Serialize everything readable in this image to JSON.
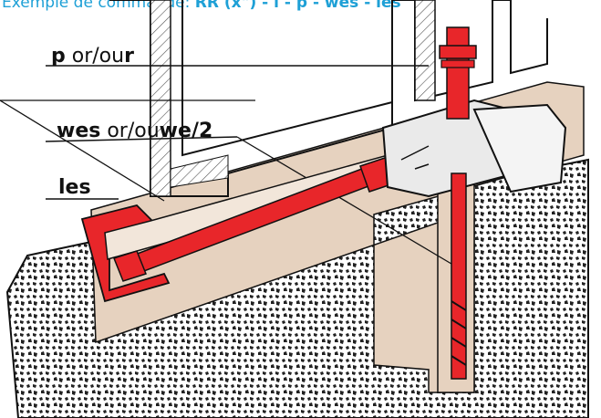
{
  "caption": {
    "prefix": "Exemple de commande: ",
    "code": "RR (x\") - l - p - wes - les"
  },
  "labels": {
    "p": {
      "bold1": "p",
      "normal": " or/ou",
      "bold2": "r"
    },
    "wes": {
      "bold1": "wes",
      "normal": " or/ou",
      "bold2": "we/2"
    },
    "les": "les"
  },
  "colors": {
    "caption": "#1ea0d6",
    "accent": "#e8262a",
    "concrete": "#2b2b2b",
    "tan": "#e6d2bf"
  }
}
